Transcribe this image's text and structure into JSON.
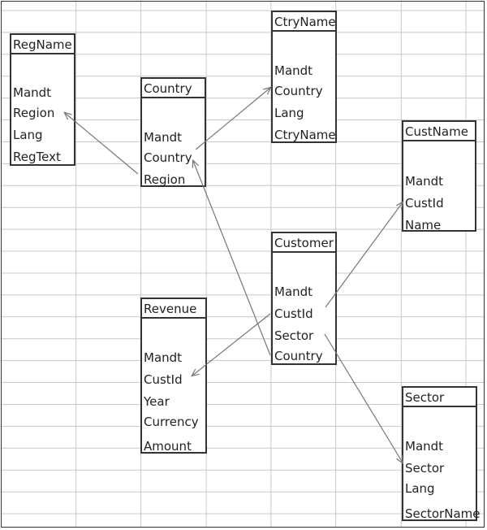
{
  "tables": {
    "regname": {
      "title": "RegName",
      "fields": [
        "Mandt",
        "Region",
        "Lang",
        "RegText"
      ]
    },
    "country": {
      "title": "Country",
      "fields": [
        "Mandt",
        "Country",
        "Region"
      ]
    },
    "ctryname": {
      "title": "CtryName",
      "fields": [
        "Mandt",
        "Country",
        "Lang",
        "CtryName"
      ]
    },
    "custname": {
      "title": "CustName",
      "fields": [
        "Mandt",
        "CustId",
        "Name"
      ]
    },
    "customer": {
      "title": "Customer",
      "fields": [
        "Mandt",
        "CustId",
        "Sector",
        "Country"
      ]
    },
    "revenue": {
      "title": "Revenue",
      "fields": [
        "Mandt",
        "CustId",
        "Year",
        "Currency",
        "Amount"
      ]
    },
    "sector": {
      "title": "Sector",
      "fields": [
        "Mandt",
        "Sector",
        "Lang",
        "SectorName"
      ]
    }
  }
}
